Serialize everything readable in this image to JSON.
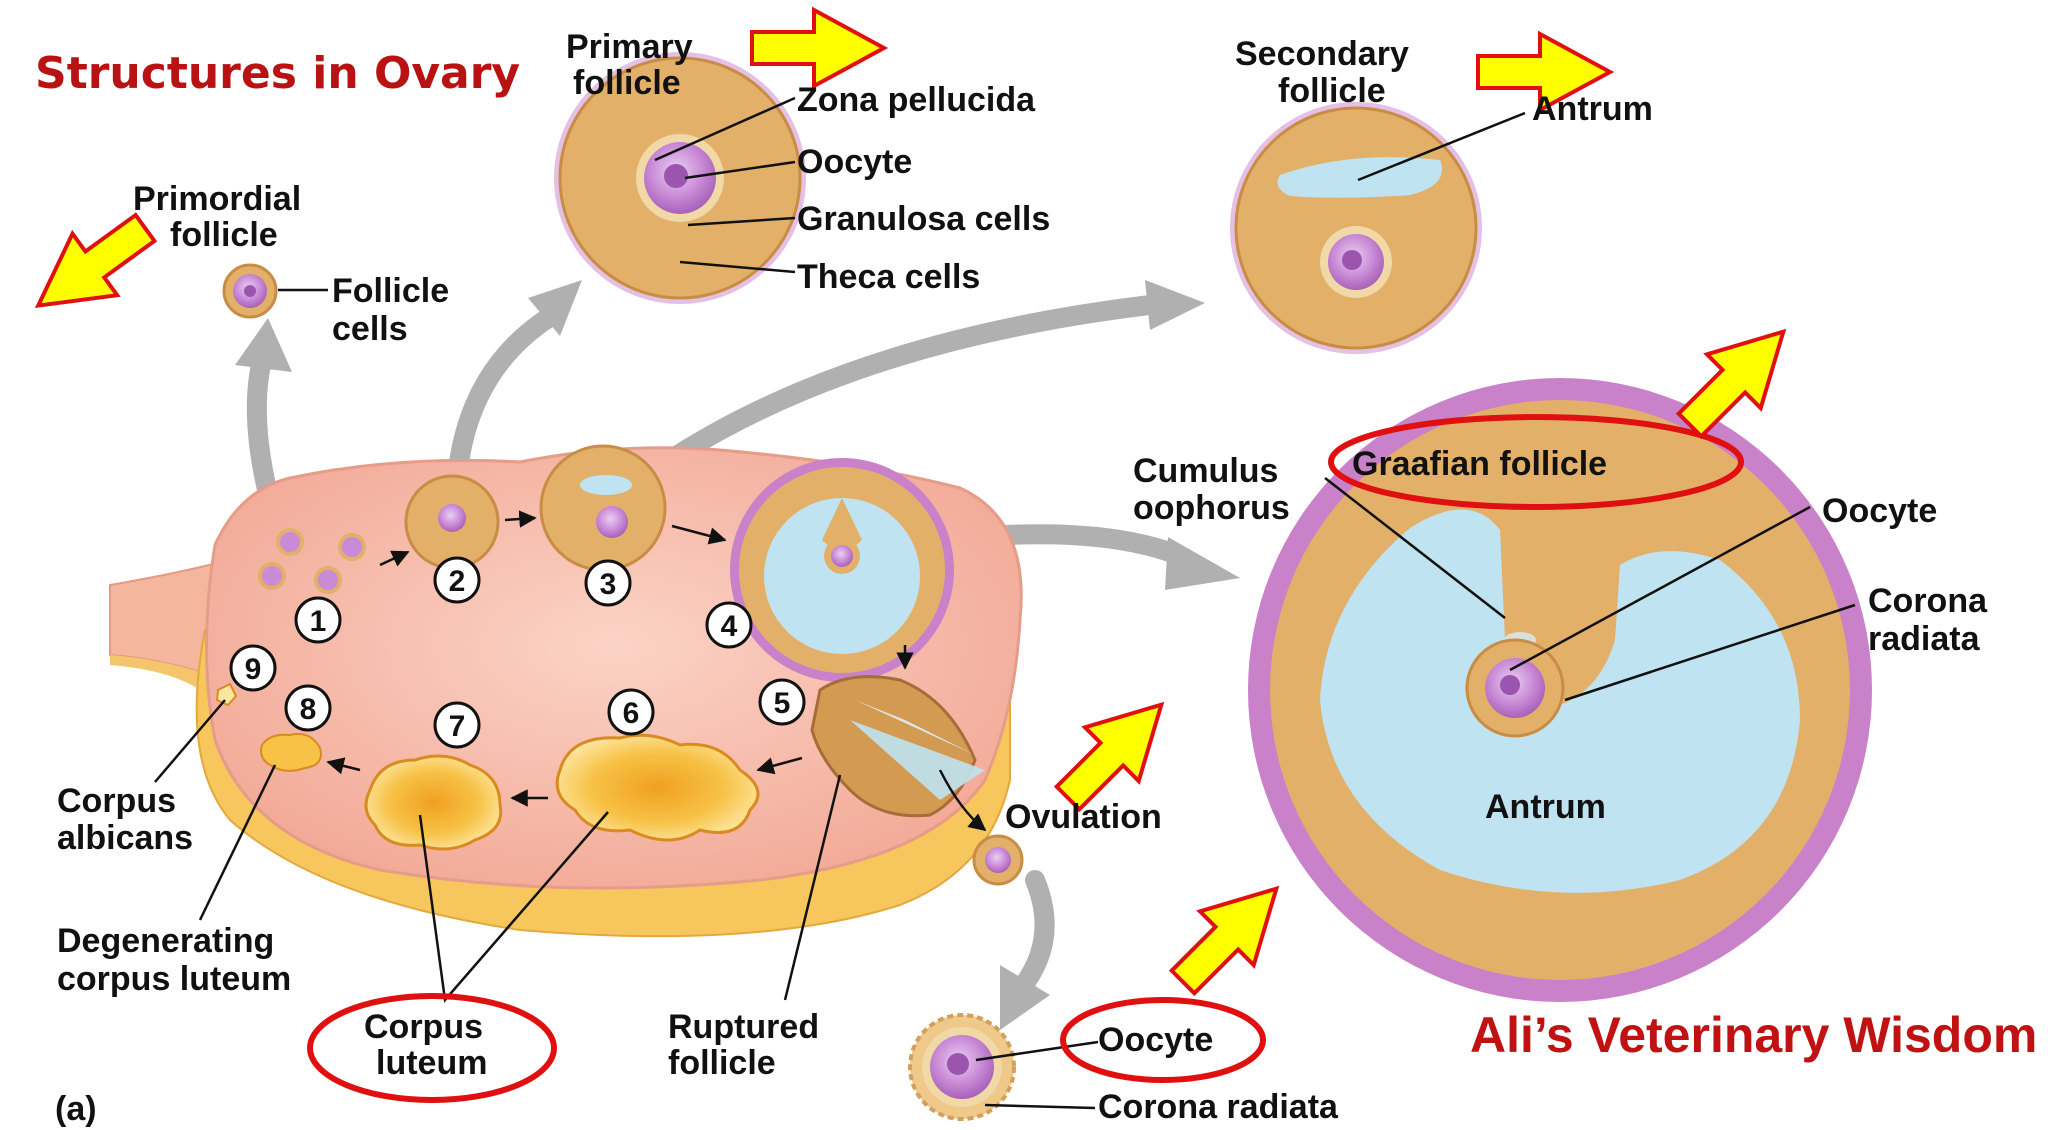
{
  "title": "Structures in Ovary",
  "watermark": "Ali’s Veterinary Wisdom",
  "panel_label": "(a)",
  "colors": {
    "title_red": "#cc1111",
    "highlight_red": "#e01010",
    "arrow_yellow": "#ffff00",
    "ovary_pink": "#f6b8a8",
    "granulosa_tan": "#e3b06a",
    "theca_purple": "#c981c9",
    "antrum_blue": "#bfe3f0",
    "oocyte_purple": "#c98ad6",
    "corpus_luteum": "#f7c246"
  },
  "labels": {
    "primary_follicle_line1": "Primary",
    "primary_follicle_line2": "follicle",
    "zona_pellucida": "Zona  pellucida",
    "oocyte_primary": "Oocyte",
    "granulosa_cells": "Granulosa cells",
    "theca_cells": "Theca cells",
    "secondary_follicle_line1": "Secondary",
    "secondary_follicle_line2": "follicle",
    "antrum_secondary": "Antrum",
    "primordial_follicle_line1": "Primordial",
    "primordial_follicle_line2": "follicle",
    "follicle_cells_line1": "Follicle",
    "follicle_cells_line2": "cells",
    "cumulus_line1": "Cumulus",
    "cumulus_line2": "oophorus",
    "graafian_follicle": "Graafian follicle",
    "oocyte_graafian": "Oocyte",
    "corona_line1": "Corona",
    "corona_line2": "radiata",
    "antrum_graafian": "Antrum",
    "ovulation": "Ovulation",
    "corpus_albicans_line1": "Corpus",
    "corpus_albicans_line2": "albicans",
    "degenerating_line1": "Degenerating",
    "degenerating_line2": "corpus luteum",
    "corpus_luteum_line1": "Corpus",
    "corpus_luteum_line2": "luteum",
    "ruptured_line1": "Ruptured",
    "ruptured_line2": "follicle",
    "oocyte_released": "Oocyte",
    "corona_radiata_released": "Corona radiata"
  },
  "stages": [
    "1",
    "2",
    "3",
    "4",
    "5",
    "6",
    "7",
    "8",
    "9"
  ],
  "icons": {
    "highlight_arrow": "yellow-pointer-arrow-icon",
    "progression_arrow": "gray-curved-arrow-icon"
  }
}
